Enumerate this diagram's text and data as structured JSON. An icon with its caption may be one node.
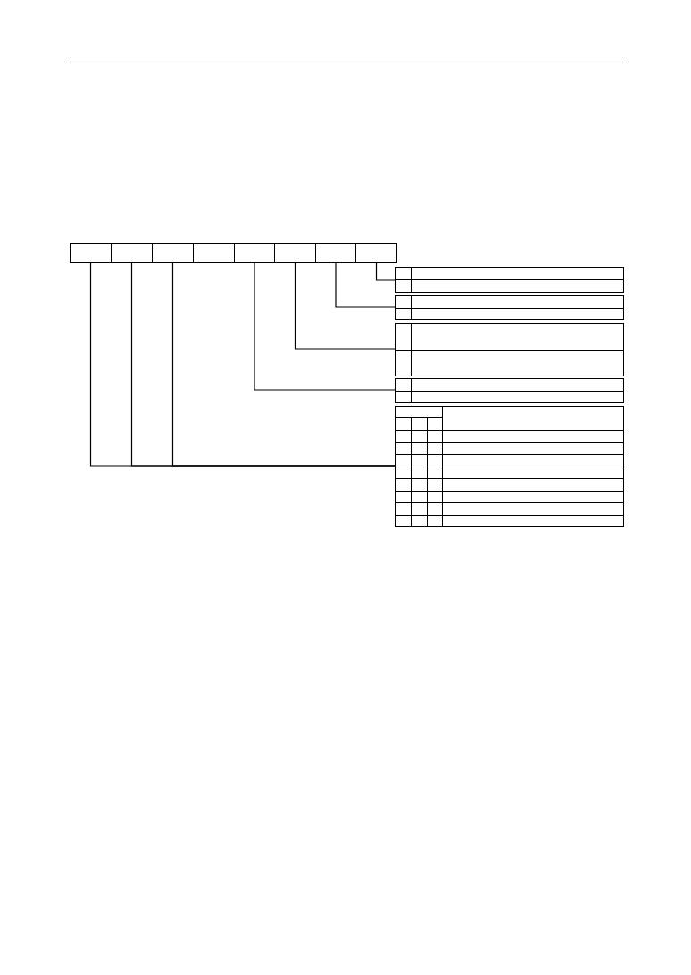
{
  "diagram": {
    "nodes": [
      {
        "text": [],
        "shape": "box"
      },
      {
        "text": [],
        "shape": "box"
      },
      {
        "text": [],
        "shape": "box"
      },
      {
        "text": [],
        "shape": "box"
      },
      {
        "text": [],
        "shape": "box"
      },
      {
        "text": [],
        "shape": "box"
      },
      {
        "text": [],
        "shape": "box"
      },
      {
        "text": [],
        "shape": "box"
      },
      {
        "text": [],
        "shape": "table"
      },
      {
        "text": [],
        "shape": "table"
      },
      {
        "text": [],
        "shape": "table"
      },
      {
        "text": [],
        "shape": "table"
      },
      {
        "text": [],
        "shape": "table"
      }
    ],
    "edges": [
      {
        "from": 7,
        "to": 8,
        "arrow": "none"
      },
      {
        "from": 6,
        "to": 9,
        "arrow": "none"
      },
      {
        "from": 5,
        "to": 10,
        "arrow": "none"
      },
      {
        "from": 4,
        "to": 11,
        "arrow": "none"
      },
      {
        "from": 0,
        "to": 12,
        "arrow": "none"
      },
      {
        "from": 1,
        "to": 12,
        "arrow": "none"
      },
      {
        "from": 2,
        "to": 12,
        "arrow": "none"
      }
    ]
  }
}
